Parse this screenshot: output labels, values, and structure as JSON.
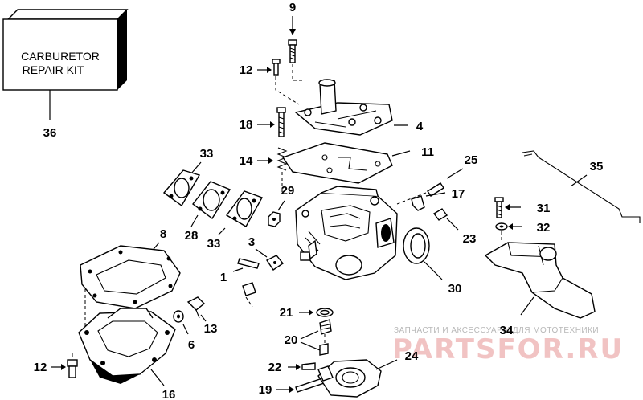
{
  "kit_box": {
    "line1": "CARBURETOR",
    "line2": "REPAIR KIT",
    "callout": "36"
  },
  "callouts": {
    "c1": "1",
    "c3": "3",
    "c4": "4",
    "c6": "6",
    "c8": "8",
    "c9": "9",
    "c11": "11",
    "c12a": "12",
    "c12b": "12",
    "c13": "13",
    "c14": "14",
    "c16": "16",
    "c17": "17",
    "c18": "18",
    "c19": "19",
    "c20": "20",
    "c21": "21",
    "c22": "22",
    "c23": "23",
    "c24": "24",
    "c25": "25",
    "c28": "28",
    "c29": "29",
    "c30": "30",
    "c31": "31",
    "c32": "32",
    "c33a": "33",
    "c33b": "33",
    "c34": "34",
    "c35": "35"
  },
  "watermark": {
    "tagline": "ЗАПЧАСТИ И АКСЕССУАРЫ ДЛЯ МОТОТЕХНИКИ",
    "brand": "PARTSFOR.RU"
  }
}
